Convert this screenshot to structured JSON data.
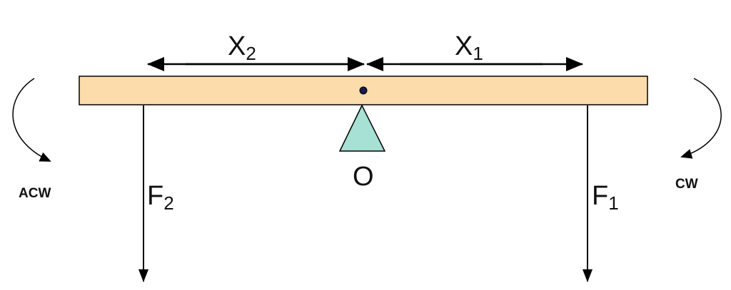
{
  "labels": {
    "x2": {
      "base": "X",
      "sub": "2"
    },
    "x1": {
      "base": "X",
      "sub": "1"
    },
    "f2": {
      "base": "F",
      "sub": "2"
    },
    "f1": {
      "base": "F",
      "sub": "1"
    },
    "pivot": "O",
    "acw": "ACW",
    "cw": "CW"
  },
  "colors": {
    "beam_fill": "#fcdcaa",
    "fulcrum_fill": "#a7e0d4",
    "line": "#000000",
    "pivot_dot": "#1a1a4a"
  }
}
